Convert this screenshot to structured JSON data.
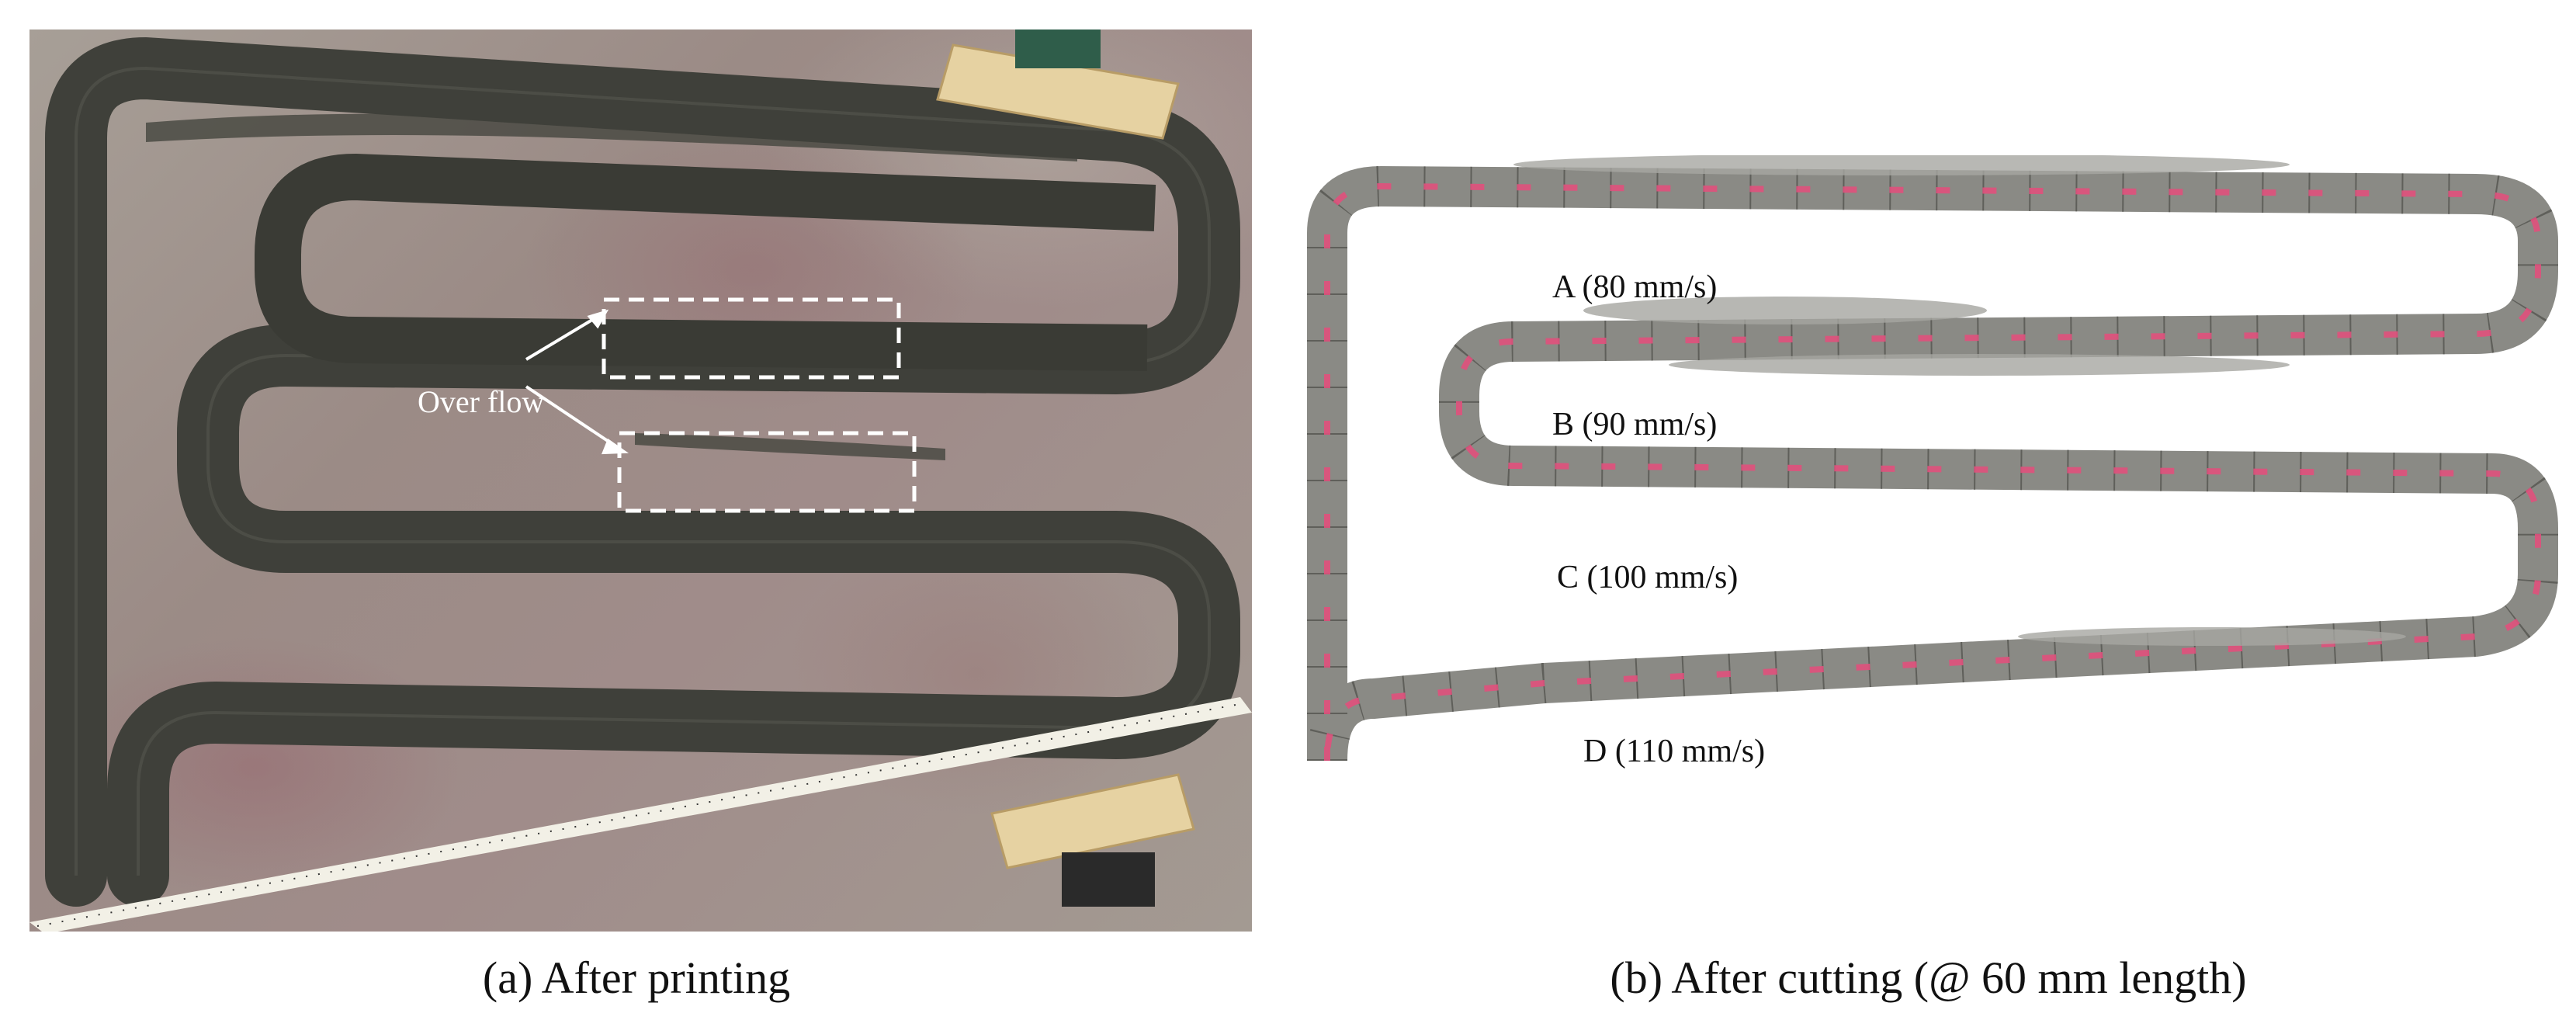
{
  "panel_a": {
    "caption": "(a) After printing",
    "annotation": "Over flow"
  },
  "panel_b": {
    "caption": "(b) After cutting (@ 60 mm length)",
    "labels": {
      "a": "A (80 mm/s)",
      "b": "B (90 mm/s)",
      "c": "C (100 mm/s)",
      "d": "D (110 mm/s)"
    }
  },
  "colors": {
    "concrete_dark": "#3f403a",
    "concrete_cut": "#8a8a85",
    "marker_pink": "#e0507c",
    "annotation_box": "#ffffff"
  }
}
